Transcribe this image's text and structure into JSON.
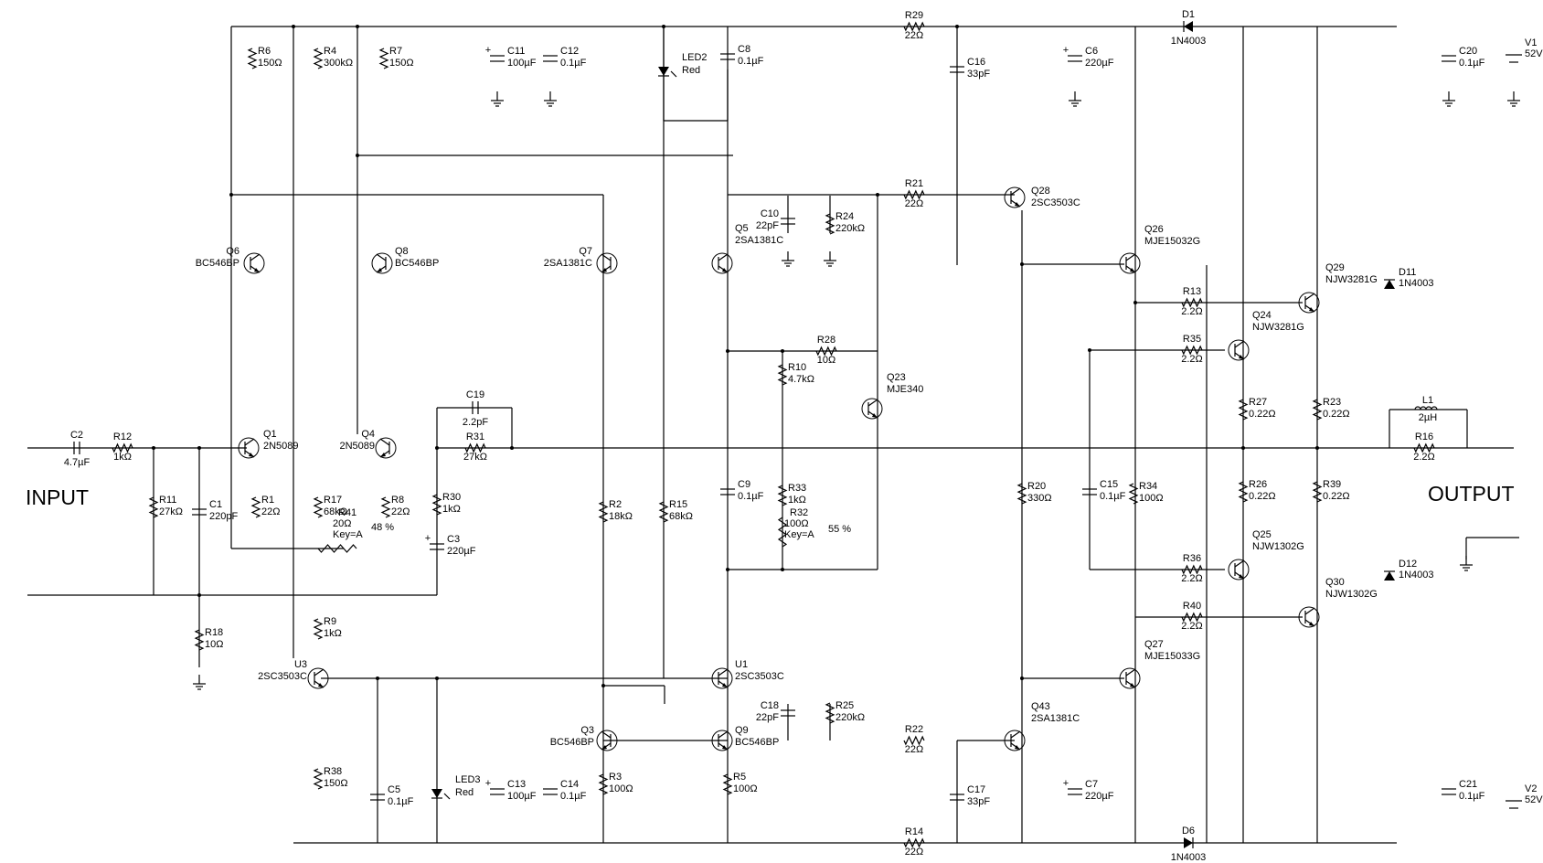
{
  "title": "",
  "io": {
    "input": "INPUT",
    "output": "OUTPUT"
  },
  "resistors": [
    {
      "id": "R1",
      "value": "22Ω"
    },
    {
      "id": "R2",
      "value": "18kΩ"
    },
    {
      "id": "R3",
      "value": "100Ω"
    },
    {
      "id": "R4",
      "value": "300kΩ"
    },
    {
      "id": "R5",
      "value": "100Ω"
    },
    {
      "id": "R6",
      "value": "150Ω"
    },
    {
      "id": "R7",
      "value": "150Ω"
    },
    {
      "id": "R8",
      "value": "22Ω"
    },
    {
      "id": "R9",
      "value": "1kΩ"
    },
    {
      "id": "R10",
      "value": "4.7kΩ"
    },
    {
      "id": "R11",
      "value": "27kΩ"
    },
    {
      "id": "R12",
      "value": "1kΩ"
    },
    {
      "id": "R13",
      "value": "2.2Ω"
    },
    {
      "id": "R14",
      "value": "22Ω"
    },
    {
      "id": "R15",
      "value": "68kΩ"
    },
    {
      "id": "R16",
      "value": "2.2Ω"
    },
    {
      "id": "R17",
      "value": "68kΩ"
    },
    {
      "id": "R18",
      "value": "10Ω"
    },
    {
      "id": "R20",
      "value": "330Ω"
    },
    {
      "id": "R21",
      "value": "22Ω"
    },
    {
      "id": "R22",
      "value": "22Ω"
    },
    {
      "id": "R23",
      "value": "0.22Ω"
    },
    {
      "id": "R24",
      "value": "220kΩ"
    },
    {
      "id": "R25",
      "value": "220kΩ"
    },
    {
      "id": "R26",
      "value": "0.22Ω"
    },
    {
      "id": "R27",
      "value": "0.22Ω"
    },
    {
      "id": "R28",
      "value": "10Ω"
    },
    {
      "id": "R29",
      "value": "22Ω"
    },
    {
      "id": "R30",
      "value": "1kΩ"
    },
    {
      "id": "R31",
      "value": "27kΩ"
    },
    {
      "id": "R33",
      "value": "1kΩ"
    },
    {
      "id": "R34",
      "value": "100Ω"
    },
    {
      "id": "R35",
      "value": "2.2Ω"
    },
    {
      "id": "R36",
      "value": "2.2Ω"
    },
    {
      "id": "R38",
      "value": "150Ω"
    },
    {
      "id": "R39",
      "value": "0.22Ω"
    },
    {
      "id": "R40",
      "value": "2.2Ω"
    }
  ],
  "pots": [
    {
      "id": "R41",
      "value": "20Ω",
      "key": "Key=A",
      "pct": "48 %"
    },
    {
      "id": "R32",
      "value": "100Ω",
      "key": "Key=A",
      "pct": "55 %"
    }
  ],
  "capacitors": [
    {
      "id": "C1",
      "value": "220pF"
    },
    {
      "id": "C2",
      "value": "4.7µF"
    },
    {
      "id": "C3",
      "value": "220µF"
    },
    {
      "id": "C5",
      "value": "0.1µF"
    },
    {
      "id": "C6",
      "value": "220µF"
    },
    {
      "id": "C7",
      "value": "220µF"
    },
    {
      "id": "C8",
      "value": "0.1µF"
    },
    {
      "id": "C9",
      "value": "0.1µF"
    },
    {
      "id": "C10",
      "value": "22pF"
    },
    {
      "id": "C11",
      "value": "100µF"
    },
    {
      "id": "C12",
      "value": "0.1µF"
    },
    {
      "id": "C13",
      "value": "100µF"
    },
    {
      "id": "C14",
      "value": "0.1µF"
    },
    {
      "id": "C15",
      "value": "0.1µF"
    },
    {
      "id": "C16",
      "value": "33pF"
    },
    {
      "id": "C17",
      "value": "33pF"
    },
    {
      "id": "C18",
      "value": "22pF"
    },
    {
      "id": "C19",
      "value": "2.2pF"
    },
    {
      "id": "C20",
      "value": "0.1µF"
    },
    {
      "id": "C21",
      "value": "0.1µF"
    }
  ],
  "transistors": [
    {
      "id": "Q1",
      "part": "2N5089"
    },
    {
      "id": "Q3",
      "part": "BC546BP"
    },
    {
      "id": "Q4",
      "part": "2N5089"
    },
    {
      "id": "Q5",
      "part": "2SA1381C"
    },
    {
      "id": "Q6",
      "part": "BC546BP"
    },
    {
      "id": "Q7",
      "part": "2SA1381C"
    },
    {
      "id": "Q8",
      "part": "BC546BP"
    },
    {
      "id": "Q9",
      "part": "BC546BP"
    },
    {
      "id": "Q23",
      "part": "MJE340"
    },
    {
      "id": "Q24",
      "part": "NJW3281G"
    },
    {
      "id": "Q25",
      "part": "NJW1302G"
    },
    {
      "id": "Q26",
      "part": "MJE15032G"
    },
    {
      "id": "Q27",
      "part": "MJE15033G"
    },
    {
      "id": "Q28",
      "part": "2SC3503C"
    },
    {
      "id": "Q29",
      "part": "NJW3281G"
    },
    {
      "id": "Q30",
      "part": "NJW1302G"
    },
    {
      "id": "Q43",
      "part": "2SA1381C"
    },
    {
      "id": "U1",
      "part": "2SC3503C"
    },
    {
      "id": "U3",
      "part": "2SC3503C"
    }
  ],
  "diodes": [
    {
      "id": "D1",
      "part": "1N4003"
    },
    {
      "id": "D6",
      "part": "1N4003"
    },
    {
      "id": "D11",
      "part": "1N4003"
    },
    {
      "id": "D12",
      "part": "1N4003"
    }
  ],
  "leds": [
    {
      "id": "LED2",
      "color": "Red"
    },
    {
      "id": "LED3",
      "color": "Red"
    }
  ],
  "inductors": [
    {
      "id": "L1",
      "value": "2µH"
    }
  ],
  "sources": [
    {
      "id": "V1",
      "value": "52V"
    },
    {
      "id": "V2",
      "value": "52V"
    }
  ]
}
